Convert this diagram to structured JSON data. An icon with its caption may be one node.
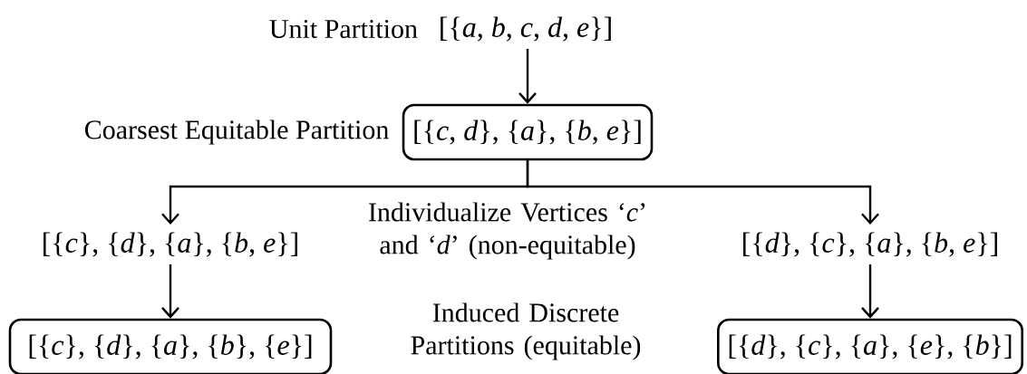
{
  "diagram": {
    "nodes": [
      {
        "text": [
          "[{*a*, *b*, *c*, *d*, *e*}]"
        ],
        "beside": [
          "Unit Partition"
        ]
      },
      {
        "text": [
          "[{*c*, *d*}, {*a*}, {*b*, *e*}]"
        ],
        "beside": [
          "Coarsest Equitable Partition"
        ]
      },
      {
        "text": [
          "[{*c*}, {*d*}, {*a*}, {*b*, *e*}]"
        ]
      },
      {
        "text": [
          "[{*d*}, {*c*}, {*a*}, {*b*, *e*}]"
        ]
      },
      {
        "text": [
          "[{*c*}, {*d*}, {*a*}, {*b*}, {*e*}]"
        ]
      },
      {
        "text": [
          "[{*d*}, {*c*}, {*a*}, {*e*}, {*b*}]"
        ]
      }
    ],
    "edges": [
      {
        "from": 0,
        "to": 1,
        "arrow": "to"
      },
      {
        "from": 1,
        "to": 2,
        "arrow": "to"
      },
      {
        "from": 1,
        "to": 3,
        "arrow": "to"
      },
      {
        "from": 2,
        "to": 4,
        "arrow": "to"
      },
      {
        "from": 3,
        "to": 5,
        "arrow": "to"
      }
    ],
    "labels": [
      "Individualize Vertices ‘*c*’ and ‘*d*’ (non-equitable)",
      "Induced Discrete Partitions (equitable)"
    ]
  }
}
